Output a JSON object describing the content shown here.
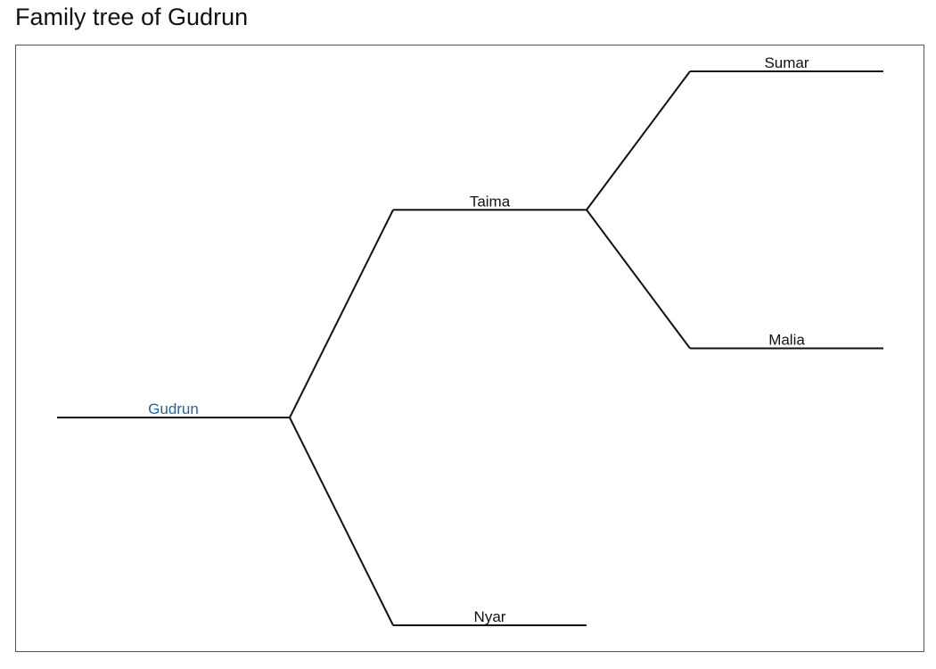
{
  "title": "Family tree of Gudrun",
  "colors": {
    "root_label": "#2a6496",
    "label": "#111111",
    "line": "#111111",
    "frame": "#555555"
  },
  "tree": {
    "name": "Gudrun",
    "root": true,
    "children": [
      {
        "name": "Taima",
        "children": [
          {
            "name": "Sumar",
            "children": []
          },
          {
            "name": "Malia",
            "children": []
          }
        ]
      },
      {
        "name": "Nyar",
        "children": []
      }
    ]
  }
}
